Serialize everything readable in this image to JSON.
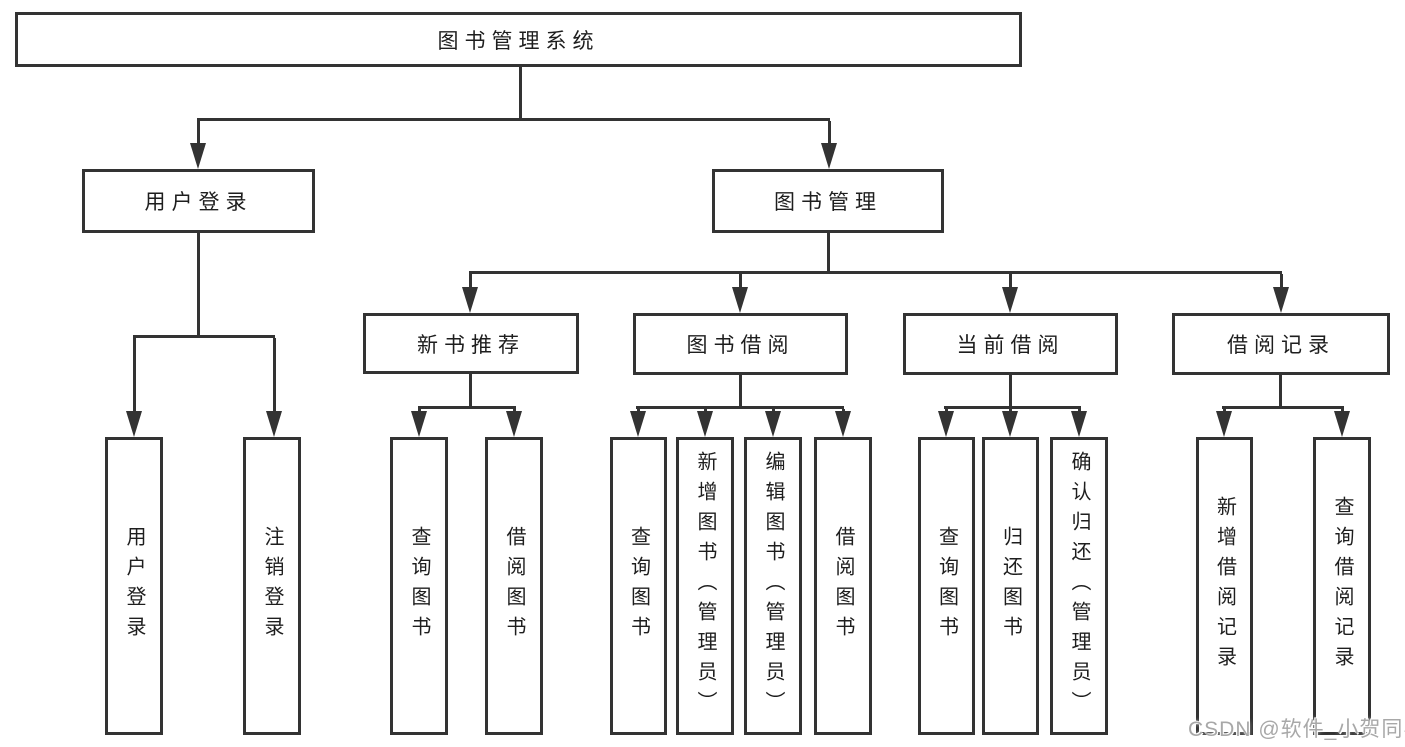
{
  "colors": {
    "line": "#333333",
    "text": "#1e1e1e",
    "watermark": "#a8a8a8",
    "background": "#ffffff"
  },
  "watermark": {
    "text": "CSDN @软件_小贺同学"
  },
  "nodes": {
    "root": {
      "label": "图书管理系统",
      "parent": null
    },
    "login": {
      "label": "用户登录",
      "parent": "root"
    },
    "mgmt": {
      "label": "图书管理",
      "parent": "root"
    },
    "login_user": {
      "label": "用户登录",
      "parent": "login"
    },
    "login_logout": {
      "label": "注销登录",
      "parent": "login"
    },
    "rec": {
      "label": "新书推荐",
      "parent": "mgmt"
    },
    "borrow": {
      "label": "图书借阅",
      "parent": "mgmt"
    },
    "current": {
      "label": "当前借阅",
      "parent": "mgmt"
    },
    "records": {
      "label": "借阅记录",
      "parent": "mgmt"
    },
    "rec_query": {
      "label": "查询图书",
      "parent": "rec"
    },
    "rec_borrow": {
      "label": "借阅图书",
      "parent": "rec"
    },
    "borrow_query": {
      "label": "查询图书",
      "parent": "borrow"
    },
    "borrow_add": {
      "label": "新增图书（管理员）",
      "parent": "borrow"
    },
    "borrow_edit": {
      "label": "编辑图书（管理员）",
      "parent": "borrow"
    },
    "borrow_lend": {
      "label": "借阅图书",
      "parent": "borrow"
    },
    "cur_query": {
      "label": "查询图书",
      "parent": "current"
    },
    "cur_return": {
      "label": "归还图书",
      "parent": "current"
    },
    "cur_confirm": {
      "label": "确认归还（管理员）",
      "parent": "current"
    },
    "records_add": {
      "label": "新增借阅记录",
      "parent": "records"
    },
    "records_query": {
      "label": "查询借阅记录",
      "parent": "records"
    }
  }
}
